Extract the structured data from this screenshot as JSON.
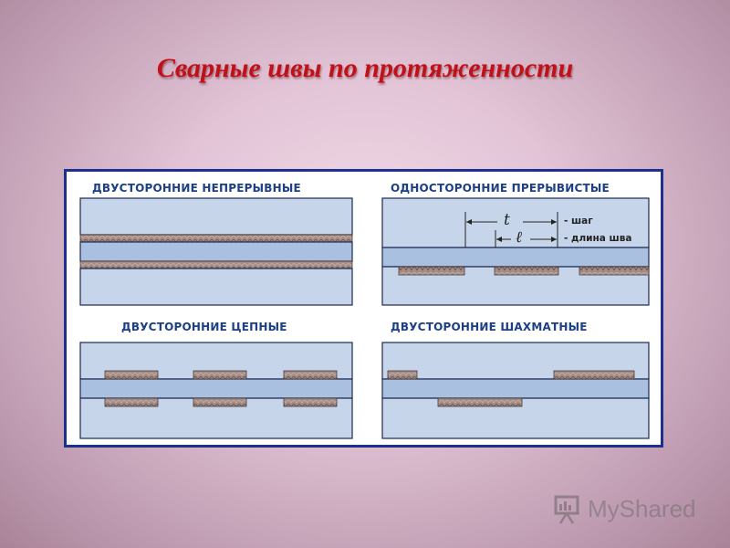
{
  "slide": {
    "title": "Сварные швы по протяженности"
  },
  "figure": {
    "panels": [
      {
        "label": "ДВУСТОРОННИЕ НЕПРЕРЫВНЫЕ"
      },
      {
        "label": "ОДНОСТОРОННИЕ ПРЕРЫВИСТЫЕ"
      },
      {
        "label": "ДВУСТОРОННИЕ ЦЕПНЫЕ"
      },
      {
        "label": "ДВУСТОРОННИЕ ШАХМАТНЫЕ"
      }
    ],
    "legend": {
      "pitch_symbol": "t",
      "pitch_text": "- шаг",
      "length_symbol": "ℓ",
      "length_text": "- длина шва"
    },
    "colors": {
      "plate": "#a9c0e0",
      "plate_light": "#c6d5ea",
      "outline": "#1c2a4f",
      "weld": "#a48d86",
      "frame": "#1d2f8f",
      "label": "#1c3f86"
    }
  },
  "watermark": {
    "text": "MyShared",
    "icon": "presentation-board-icon"
  }
}
